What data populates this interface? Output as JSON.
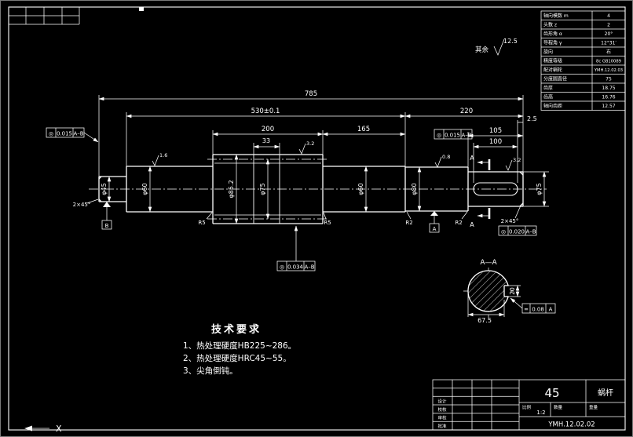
{
  "frame": {
    "view_mark": "X"
  },
  "rough_note": {
    "prefix": "其余",
    "value": "12.5"
  },
  "roughness": {
    "ra1": "1.6",
    "ra2": "3.2",
    "ra3": "0.8",
    "ra4": "3.2"
  },
  "dims": {
    "overall": "785",
    "mid": "530±0.1",
    "tail": "220",
    "worm_len": "200",
    "len165": "165",
    "len105": "105",
    "len100": "100",
    "pitch33": "33",
    "off25": "2.5",
    "d1": "φ45",
    "d2": "φ60",
    "worm_od": "φ85.2",
    "worm_pd": "φ75",
    "d4": "φ60",
    "d5": "φ80",
    "d6": "φ75",
    "flat675": "67.5",
    "keyw": "20",
    "chamfer_left": "2×45°",
    "chamfer_right": "2×45°",
    "r5a": "R5",
    "r5b": "R5",
    "r2a": "R2",
    "r2b": "R2"
  },
  "tolerances": {
    "t1": {
      "sym": "◎",
      "val": "0.015",
      "ref": "A–B"
    },
    "t2": {
      "sym": "◎",
      "val": "0.015",
      "ref": "A–B"
    },
    "t3": {
      "sym": "◎",
      "val": "0.034",
      "ref": "A–B"
    },
    "t4": {
      "sym": "◎",
      "val": "0.020",
      "ref": "A–B"
    },
    "t5": {
      "sym": "=",
      "val": "0.08",
      "ref": "A"
    }
  },
  "datums": {
    "a": "A",
    "b": "B"
  },
  "section": {
    "mark": "A",
    "caption": "A—A"
  },
  "param_table": {
    "rows": [
      {
        "label": "轴向模数 m",
        "value": "4"
      },
      {
        "label": "头数 z",
        "value": "2"
      },
      {
        "label": "齿形角 α",
        "value": "20°"
      },
      {
        "label": "导程角 γ",
        "value": "12°31′"
      },
      {
        "label": "旋向",
        "value": "右"
      },
      {
        "label": "精度等级",
        "value": "8c GB10089"
      },
      {
        "label": "配对蜗轮",
        "value": "YMH.12.02.03"
      },
      {
        "label": "分度圆直径",
        "value": "75"
      },
      {
        "label": "齿厚",
        "value": "18.75"
      },
      {
        "label": "齿高",
        "value": "16.76"
      },
      {
        "label": "轴向齿距",
        "value": "12.57"
      }
    ]
  },
  "tech_req": {
    "title": "技术要求",
    "items": [
      "1、热处理硬度HB225~286。",
      "2、热处理硬度HRC45~55。",
      "3、尖角倒钝。"
    ]
  },
  "title_block": {
    "material": "45",
    "part_name": "蜗杆",
    "drawing_no": "YMH.12.02.02",
    "scale_label": "比例",
    "scale": "1:2",
    "qty_label": "数量",
    "weight_label": "重量",
    "sign_labels": [
      "设计",
      "校核",
      "审核",
      "批准"
    ]
  }
}
